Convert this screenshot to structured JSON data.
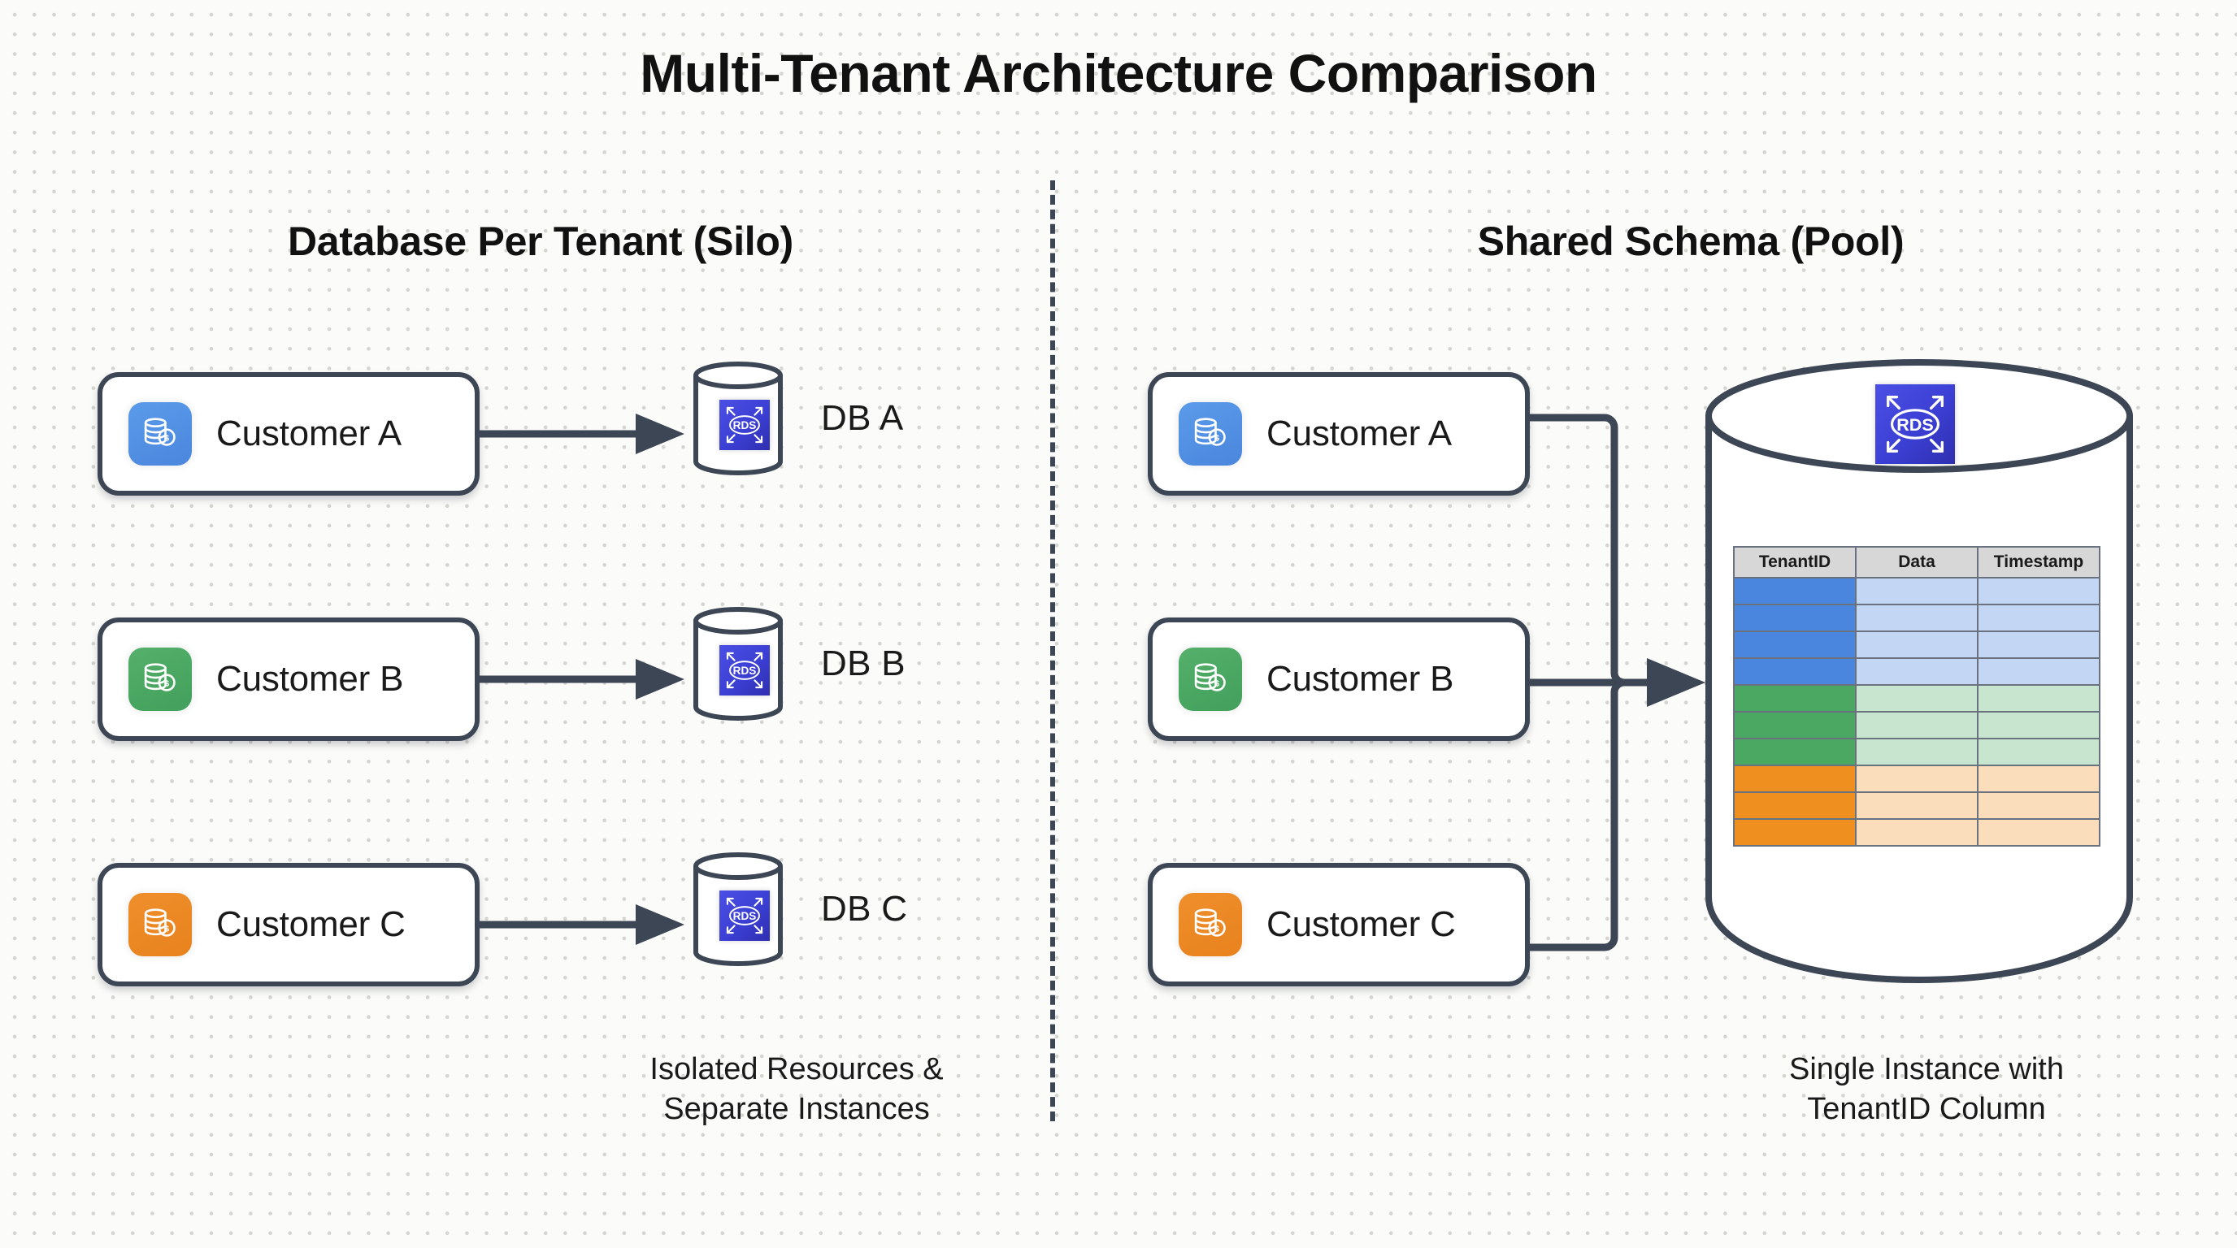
{
  "page": {
    "title": "Multi-Tenant Architecture Comparison",
    "background_color": "#fbfbf9",
    "dot_color": "#d4d4d0"
  },
  "colors": {
    "outline": "#3d4654",
    "tenant_a": "#4a86dd",
    "tenant_b": "#4aa863",
    "tenant_c": "#ef8f20",
    "tenant_a_light": "#c3d6f4",
    "tenant_b_light": "#c8e5cf",
    "tenant_c_light": "#fadebb",
    "rds_icon": "#3b48d6",
    "table_header": "#d7d7d7"
  },
  "left_panel": {
    "heading": "Database Per Tenant (Silo)",
    "caption_line1": "Isolated Resources &",
    "caption_line2": "Separate Instances",
    "rows": [
      {
        "customer_label": "Customer A",
        "customer_icon": "database-coin-icon",
        "accent": "#4a86dd",
        "db_label": "DB A",
        "db_icon": "aws-rds-icon",
        "arrow_icon": "arrow-right-icon"
      },
      {
        "customer_label": "Customer B",
        "customer_icon": "database-coin-icon",
        "accent": "#4aa863",
        "db_label": "DB B",
        "db_icon": "aws-rds-icon",
        "arrow_icon": "arrow-right-icon"
      },
      {
        "customer_label": "Customer C",
        "customer_icon": "database-coin-icon",
        "accent": "#ef8f20",
        "db_label": "DB C",
        "db_icon": "aws-rds-icon",
        "arrow_icon": "arrow-right-icon"
      }
    ]
  },
  "right_panel": {
    "heading": "Shared Schema (Pool)",
    "caption_line1": "Single Instance with",
    "caption_line2": "TenantID Column",
    "customers": [
      {
        "customer_label": "Customer A",
        "customer_icon": "database-coin-icon",
        "accent": "#4a86dd"
      },
      {
        "customer_label": "Customer B",
        "customer_icon": "database-coin-icon",
        "accent": "#4aa863"
      },
      {
        "customer_label": "Customer C",
        "customer_icon": "database-coin-icon",
        "accent": "#ef8f20"
      }
    ],
    "pool_db_icon": "aws-rds-icon",
    "arrow_icon": "arrow-right-icon",
    "table": {
      "columns": [
        "TenantID",
        "Data",
        "Timestamp"
      ],
      "rows": [
        {
          "tenant": "A",
          "tid_color": "#4a86dd",
          "cell_color": "#c3d6f4"
        },
        {
          "tenant": "A",
          "tid_color": "#4a86dd",
          "cell_color": "#c3d6f4"
        },
        {
          "tenant": "A",
          "tid_color": "#4a86dd",
          "cell_color": "#c3d6f4"
        },
        {
          "tenant": "A",
          "tid_color": "#4a86dd",
          "cell_color": "#c3d6f4"
        },
        {
          "tenant": "B",
          "tid_color": "#4aa863",
          "cell_color": "#c8e5cf"
        },
        {
          "tenant": "B",
          "tid_color": "#4aa863",
          "cell_color": "#c8e5cf"
        },
        {
          "tenant": "B",
          "tid_color": "#4aa863",
          "cell_color": "#c8e5cf"
        },
        {
          "tenant": "C",
          "tid_color": "#ef8f20",
          "cell_color": "#fadebb"
        },
        {
          "tenant": "C",
          "tid_color": "#ef8f20",
          "cell_color": "#fadebb"
        },
        {
          "tenant": "C",
          "tid_color": "#ef8f20",
          "cell_color": "#fadebb"
        }
      ]
    }
  },
  "icon_labels": {
    "rds_text": "RDS"
  },
  "divider": {
    "style": "dashed-vertical",
    "color": "#3d4654"
  }
}
